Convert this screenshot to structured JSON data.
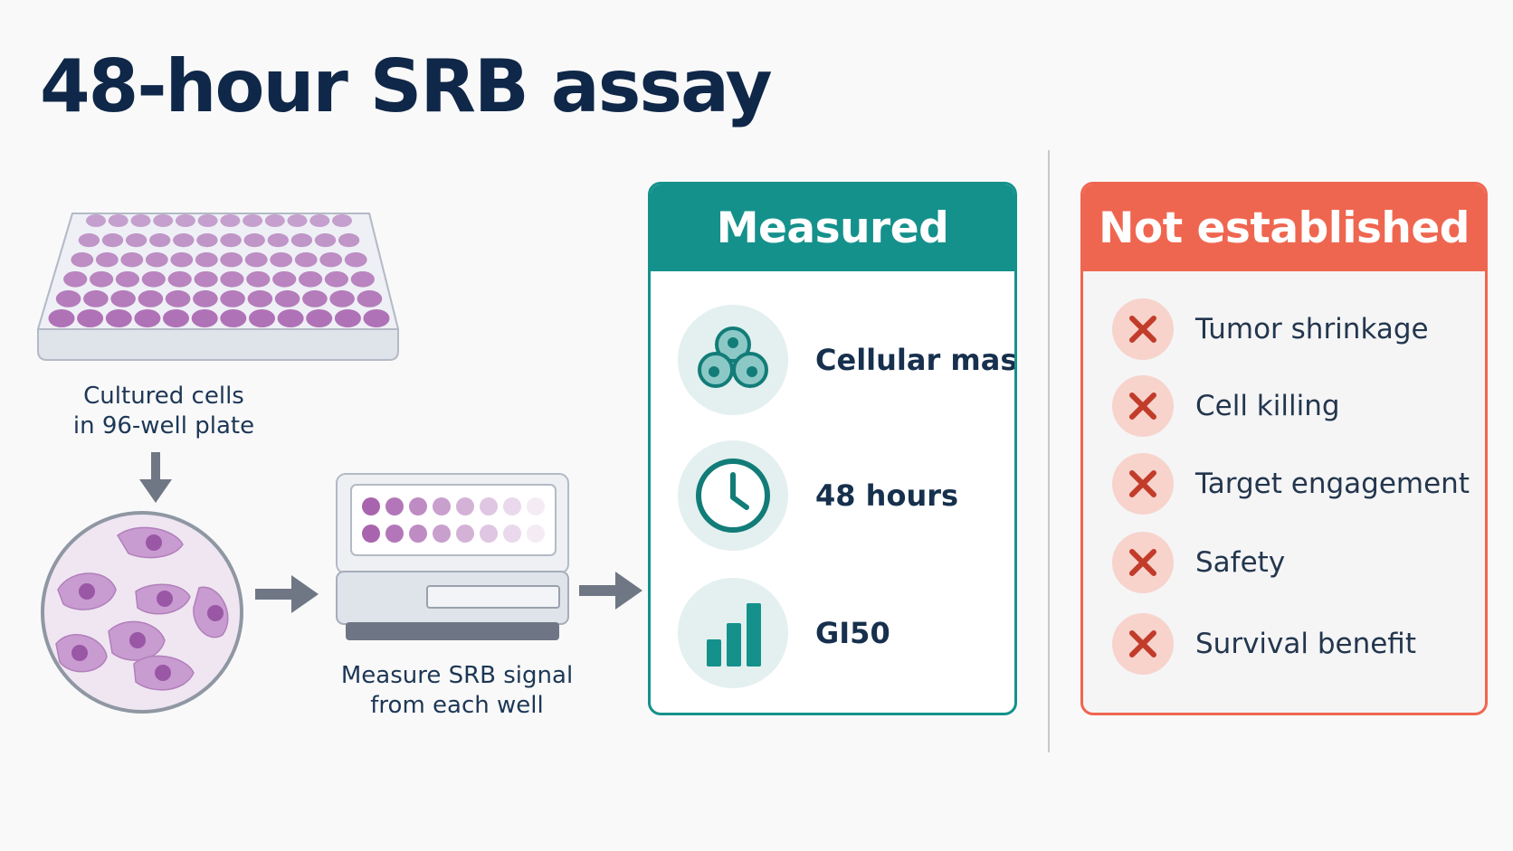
{
  "title": "48-hour SRB assay",
  "workflow": {
    "plate_caption_line1": "Cultured cells",
    "plate_caption_line2": "in 96-well plate",
    "reader_caption_line1": "Measure SRB signal",
    "reader_caption_line2": "from each well"
  },
  "measured": {
    "heading": "Measured",
    "items": [
      {
        "label": "Cellular mass",
        "icon": "cells-icon"
      },
      {
        "label": "48 hours",
        "icon": "clock-icon"
      },
      {
        "label": "GI50",
        "icon": "bar-chart-icon"
      }
    ]
  },
  "not_established": {
    "heading": "Not established",
    "items": [
      {
        "label": "Tumor shrinkage",
        "icon": "x-icon"
      },
      {
        "label": "Cell killing",
        "icon": "x-icon"
      },
      {
        "label": "Target engagement",
        "icon": "x-icon"
      },
      {
        "label": "Safety",
        "icon": "x-icon"
      },
      {
        "label": "Survival benefit",
        "icon": "x-icon"
      }
    ]
  },
  "colors": {
    "title": "#0f2748",
    "measured_accent": "#15918c",
    "not_established_accent": "#ef6650",
    "well_purple": "#a45cab"
  }
}
